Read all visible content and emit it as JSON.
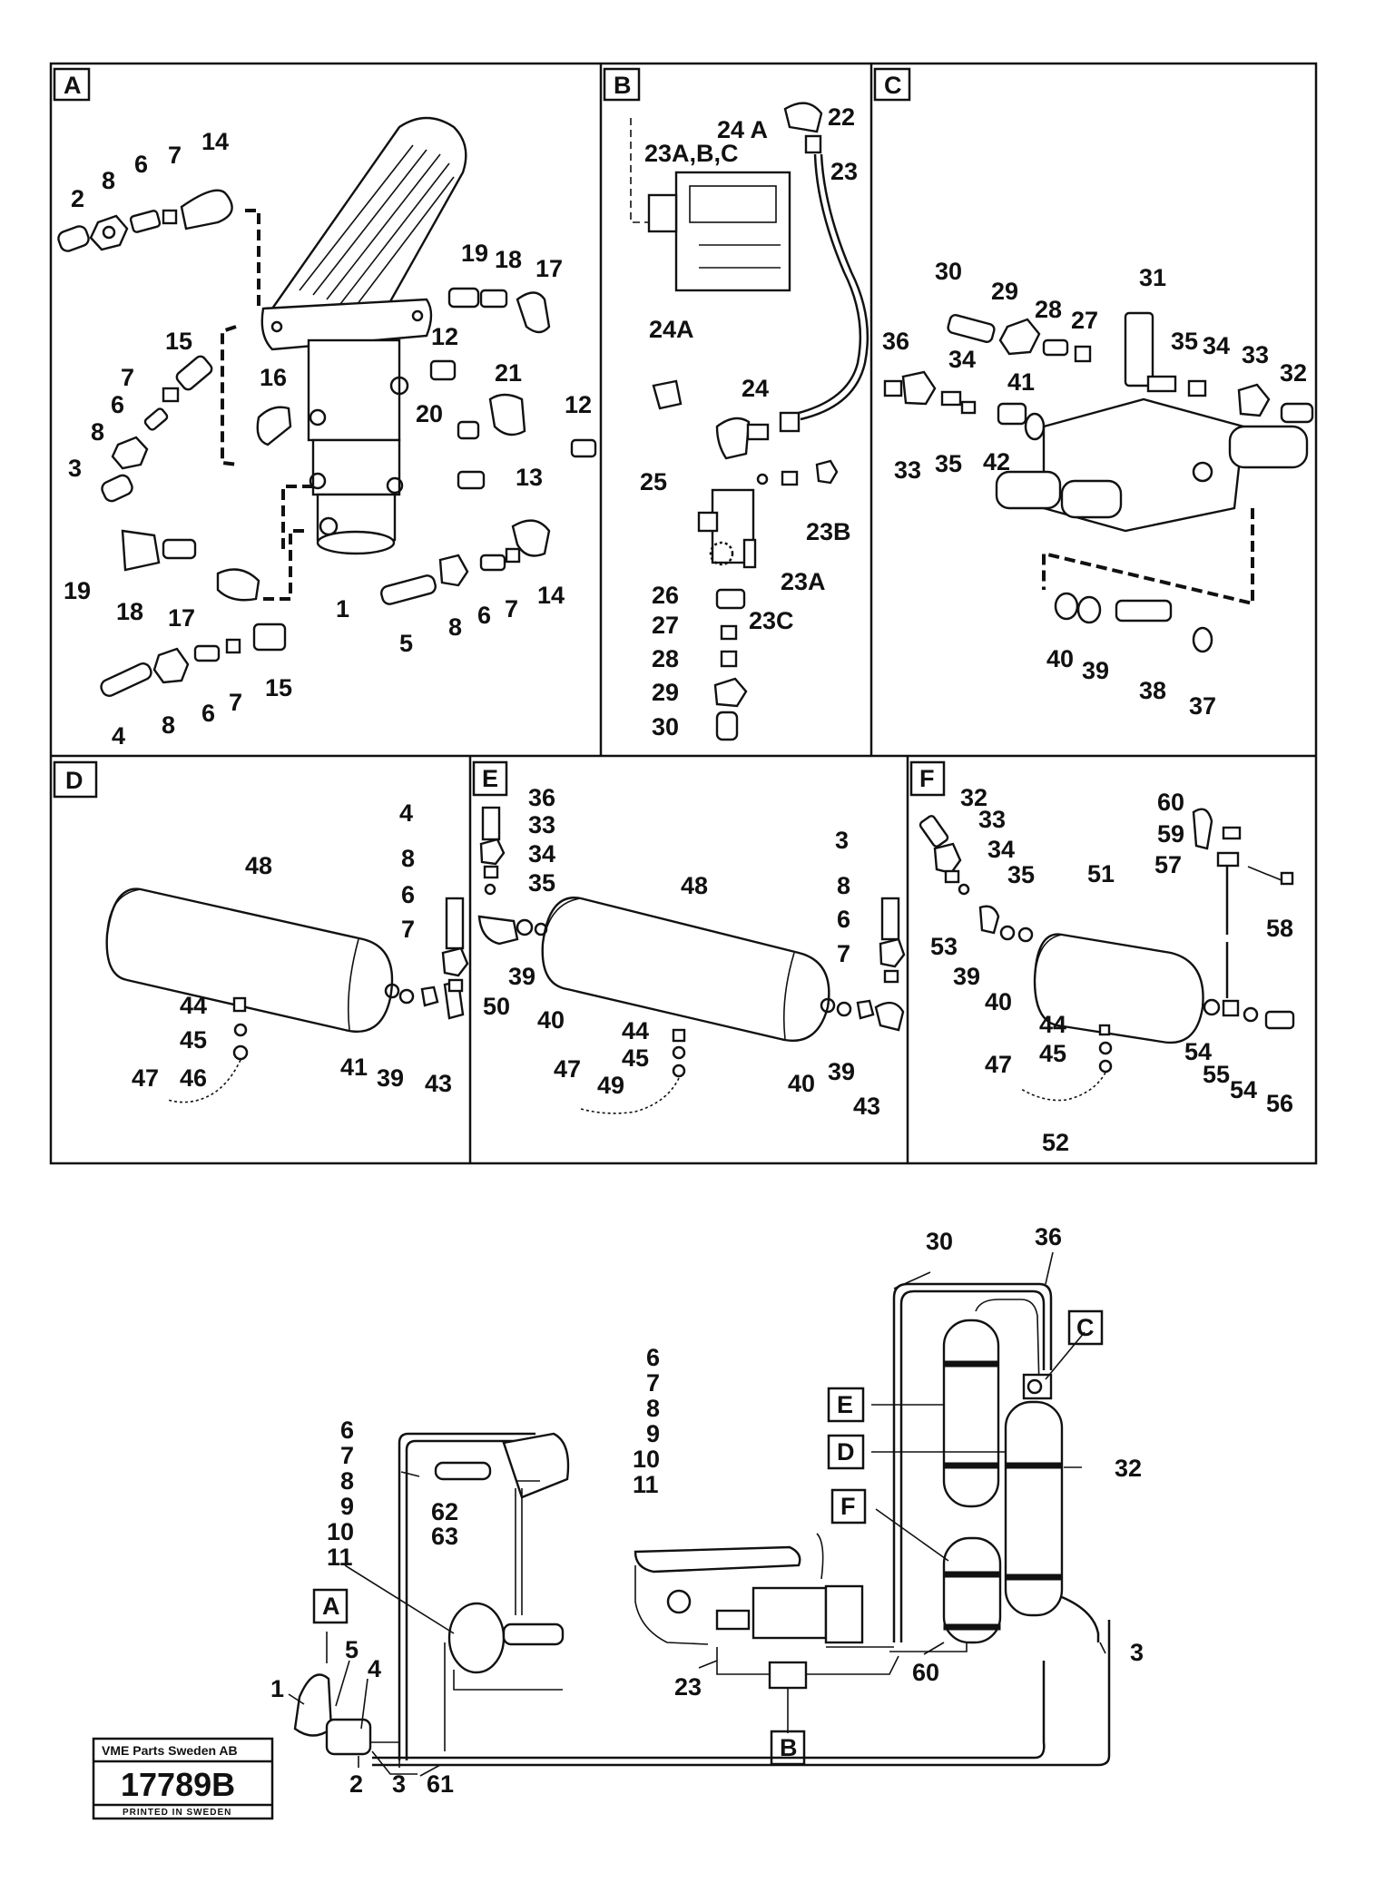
{
  "panels": {
    "A": {
      "tag": "A",
      "labels": [
        "14",
        "2",
        "8",
        "6",
        "7",
        "19",
        "18",
        "17",
        "15",
        "7",
        "6",
        "8",
        "3",
        "16",
        "12",
        "21",
        "12",
        "20",
        "13",
        "19",
        "18",
        "17",
        "14",
        "1",
        "5",
        "8",
        "6",
        "7",
        "4",
        "8",
        "6",
        "7",
        "15"
      ]
    },
    "B": {
      "tag": "B",
      "labels": [
        "24 A",
        "22",
        "23A,B,C",
        "23",
        "24A",
        "24",
        "25",
        "23B",
        "26",
        "23A",
        "27",
        "23C",
        "28",
        "29",
        "30"
      ]
    },
    "C": {
      "tag": "C",
      "labels": [
        "30",
        "29",
        "28",
        "27",
        "31",
        "36",
        "34",
        "41",
        "35",
        "34",
        "33",
        "32",
        "33",
        "35",
        "42",
        "40",
        "39",
        "38",
        "37"
      ]
    },
    "D": {
      "tag": "D",
      "labels": [
        "48",
        "4",
        "8",
        "6",
        "7",
        "44",
        "45",
        "47",
        "46",
        "41",
        "39",
        "43"
      ]
    },
    "E": {
      "tag": "E",
      "labels": [
        "36",
        "33",
        "34",
        "35",
        "48",
        "3",
        "8",
        "6",
        "7",
        "50",
        "39",
        "40",
        "44",
        "45",
        "47",
        "49",
        "40",
        "39",
        "43"
      ]
    },
    "F": {
      "tag": "F",
      "labels": [
        "32",
        "33",
        "34",
        "35",
        "51",
        "60",
        "59",
        "57",
        "58",
        "53",
        "39",
        "40",
        "44",
        "45",
        "47",
        "52",
        "54",
        "55",
        "54",
        "56"
      ]
    }
  },
  "overview": {
    "labels": {
      "l30": "30",
      "l36": "36",
      "l32": "32",
      "l3r": "3",
      "l60": "60",
      "l23": "23",
      "l6a": "6",
      "l7a": "7",
      "l8a": "8",
      "l9a": "9",
      "l10a": "10",
      "l11a": "11",
      "l6b": "6",
      "l7b": "7",
      "l8b": "8",
      "l9b": "9",
      "l10b": "10",
      "l11b": "11",
      "l62": "62",
      "l63": "63",
      "l1": "1",
      "l5": "5",
      "l4": "4",
      "l2": "2",
      "l3b": "3",
      "l61": "61"
    },
    "tags": {
      "A": "A",
      "B": "B",
      "C": "C",
      "D": "D",
      "E": "E",
      "F": "F"
    }
  },
  "title_block": {
    "company": "VME Parts Sweden AB",
    "number": "17789B",
    "printed": "PRINTED IN SWEDEN"
  }
}
